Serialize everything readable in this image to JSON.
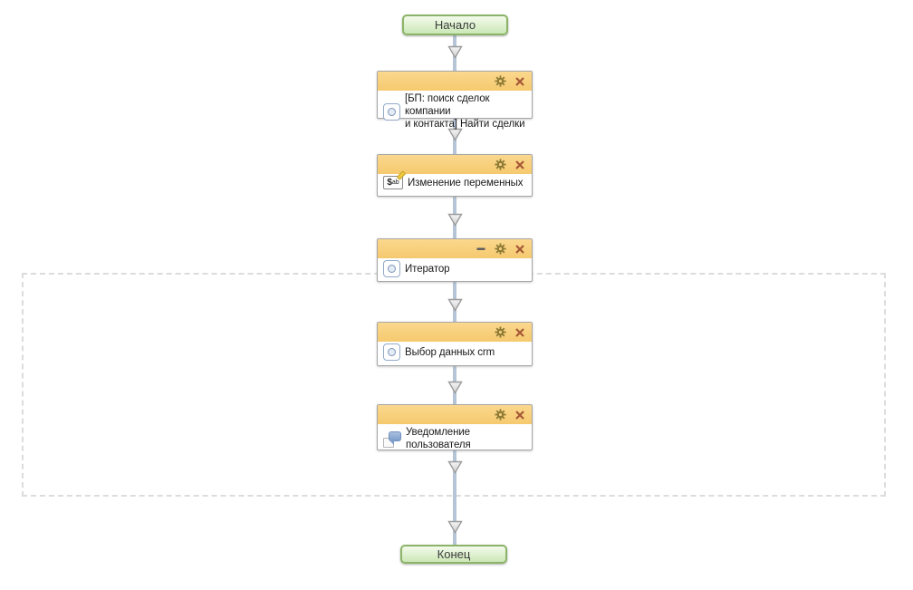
{
  "start_node": {
    "label": "Начало"
  },
  "end_node": {
    "label": "Конец"
  },
  "blocks": [
    {
      "title": "[БП: поиск сделок компании\nи контакта] Найти сделки",
      "icon": "task-activity-icon",
      "controls": [
        "settings",
        "delete"
      ]
    },
    {
      "title": "Изменение переменных",
      "icon": "set-variables-icon",
      "controls": [
        "settings",
        "delete"
      ]
    },
    {
      "title": "Итератор",
      "icon": "task-activity-icon",
      "controls": [
        "minimize",
        "settings",
        "delete"
      ]
    },
    {
      "title": "Выбор данных crm",
      "icon": "task-activity-icon",
      "controls": [
        "settings",
        "delete"
      ]
    },
    {
      "title": "Уведомление\nпользователя",
      "icon": "user-notification-icon",
      "controls": [
        "settings",
        "delete"
      ]
    }
  ],
  "variables_icon": {
    "dollar": "$",
    "sup": "a",
    "sub": "b"
  },
  "colors": {
    "block_header": "#f8cf7d",
    "block_border": "#a6a6a6",
    "connector_line": "#b5c4d6",
    "arrowhead_fill_top": "#f4f4f4",
    "arrowhead_fill_bottom": "#cfcfcf",
    "arrowhead_border": "#9c9c9c",
    "node_fill_top": "#f3fbec",
    "node_fill_bottom": "#cbe7b6",
    "node_border": "#8bb468",
    "gear_icon": "#8d7a35",
    "delete_icon": "#a55736",
    "minimize_icon": "#5a5a5a",
    "loop_region_border": "#dcdcdc"
  }
}
